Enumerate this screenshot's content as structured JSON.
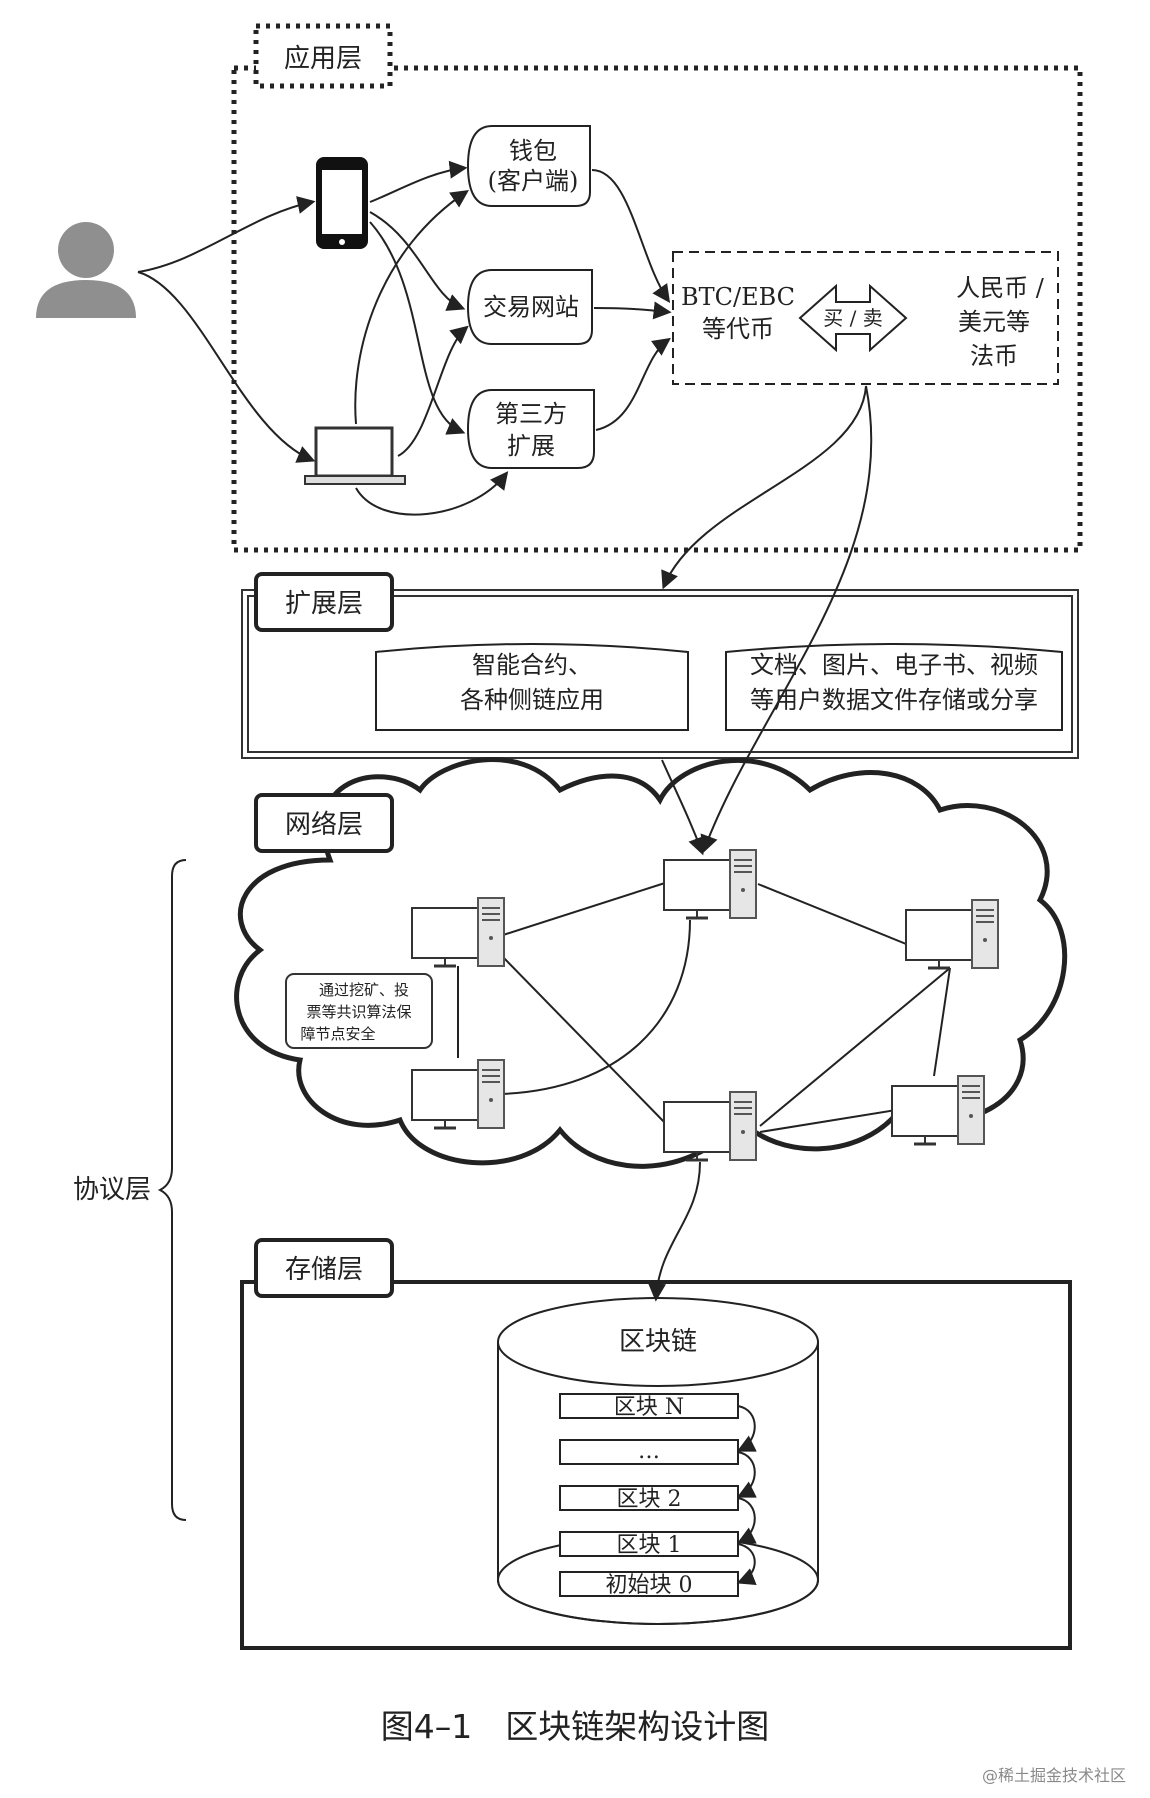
{
  "layers": {
    "application": "应用层",
    "extension": "扩展层",
    "network": "网络层",
    "storage": "存储层",
    "protocol": "协议层"
  },
  "apps": {
    "wallet": [
      "钱包",
      "(客户端)"
    ],
    "exchange": "交易网站",
    "third_party": [
      "第三方",
      "扩展"
    ]
  },
  "currency": {
    "crypto": [
      "BTC/EBC",
      "等代币"
    ],
    "exchange_label": "买 / 卖",
    "fiat": [
      "人民币 /",
      "美元等",
      "法币"
    ]
  },
  "extension_items": {
    "contracts": [
      "智能合约、",
      "各种侧链应用"
    ],
    "storage": [
      "文档、图片、电子书、视频",
      "等用户数据文件存储或分享"
    ]
  },
  "network_note": [
    "通过挖矿、投",
    "票等共识算法保",
    "障节点安全"
  ],
  "chain": {
    "title": "区块链",
    "blocks": [
      "区块 N",
      "…",
      "区块 2",
      "区块 1",
      "初始块 0"
    ]
  },
  "caption": "图4–1　区块链架构设计图",
  "watermark": "@稀土掘金技术社区"
}
